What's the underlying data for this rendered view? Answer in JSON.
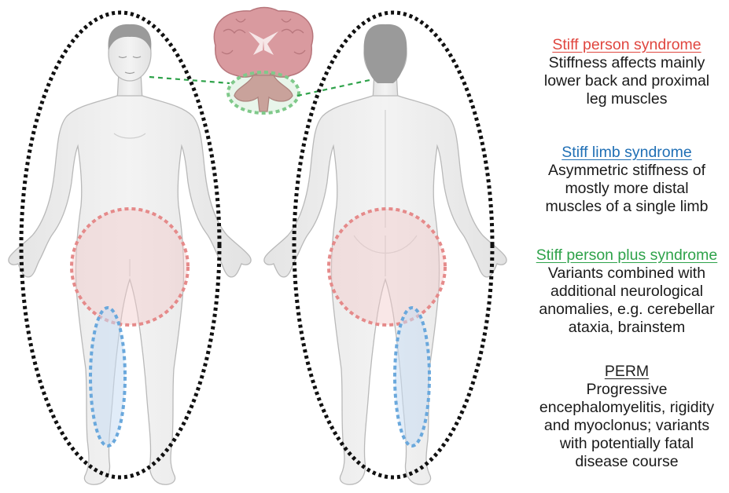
{
  "colors": {
    "sps": "#e0463f",
    "stiff_limb": "#1f6fb5",
    "sps_plus": "#2ea24a",
    "perm": "#222222",
    "body_outline_ellipse": "#111111",
    "trunk_region": "#e58a8a",
    "limb_region": "#6aa8dc",
    "brain_region": "#7fc98a"
  },
  "legend": {
    "sps": {
      "title": "Stiff person syndrome",
      "desc": "Stiffness affects mainly\nlower back and proximal\nleg muscles"
    },
    "stiff_limb": {
      "title": "Stiff limb syndrome",
      "desc": "Asymmetric stiffness of\nmostly more distal\nmuscles of a single limb"
    },
    "sps_plus": {
      "title": "Stiff person plus syndrome",
      "desc": "Variants combined with\nadditional neurological\nanomalies, e.g. cerebellar\nataxia, brainstem"
    },
    "perm": {
      "title": "PERM",
      "desc": "Progressive\nencephalomyelitis, rigidity\nand myoclonus; variants\nwith potentially fatal\ndisease course"
    }
  }
}
